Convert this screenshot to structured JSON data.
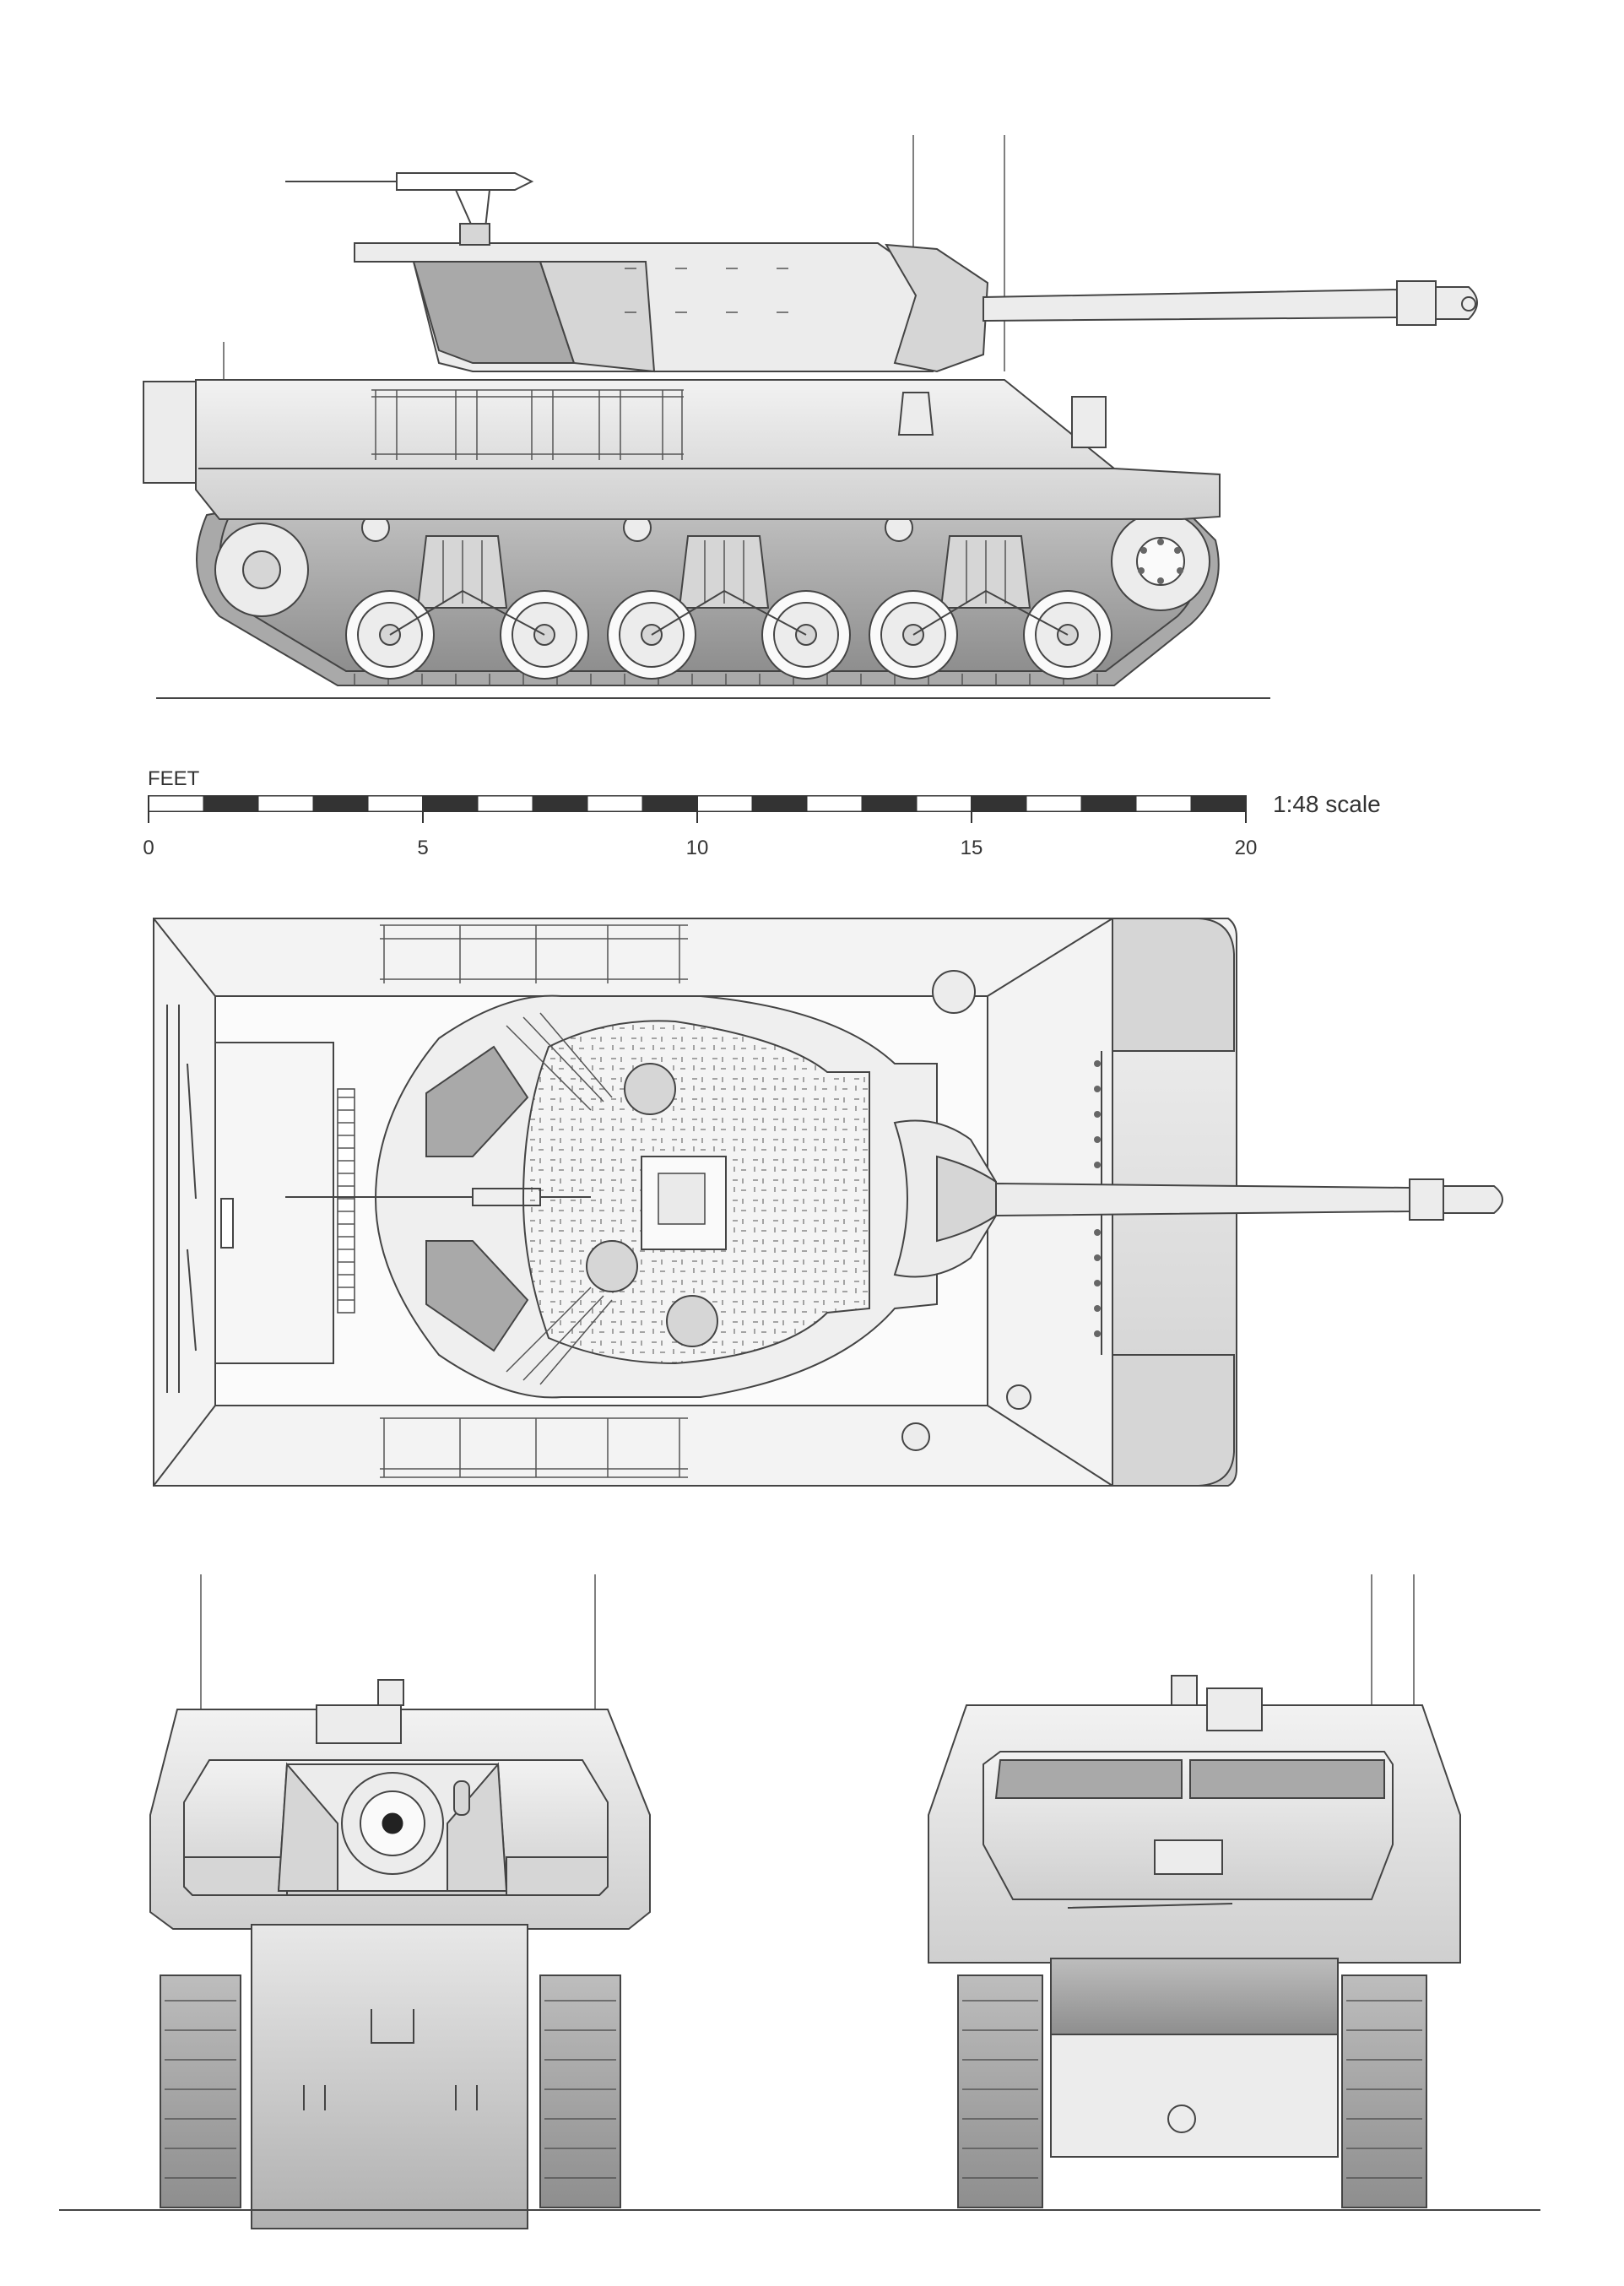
{
  "scale_bar": {
    "unit_label": "FEET",
    "ratio_label": "1:48 scale",
    "tick_labels": [
      "0",
      "5",
      "10",
      "15",
      "20"
    ],
    "max_feet": 20,
    "segments": 20
  },
  "colors": {
    "line": "#444444",
    "hull_light": "#ececec",
    "hull_mid": "#d6d6d6",
    "hull_dark": "#a9a9a9",
    "bar_dark": "#333333",
    "bar_light": "#ffffff"
  },
  "views": [
    "side-view",
    "top-view",
    "front-view",
    "rear-view"
  ]
}
